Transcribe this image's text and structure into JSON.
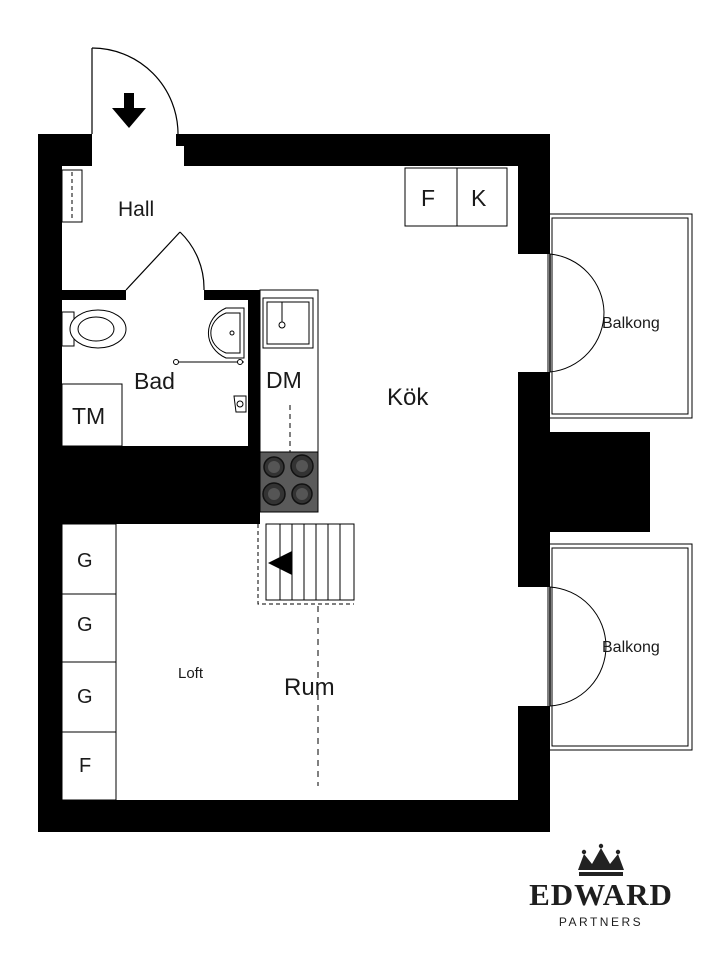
{
  "rooms": {
    "hall": "Hall",
    "bad": "Bad",
    "tm": "TM",
    "dm": "DM",
    "kok": "Kök",
    "rum": "Rum",
    "loft": "Loft",
    "balkong_top": "Balkong",
    "balkong_bottom": "Balkong"
  },
  "cabinets": {
    "f_top": "F",
    "k_top": "K",
    "closet": [
      "G",
      "G",
      "G",
      "F"
    ]
  },
  "brand": {
    "name": "EDWARD",
    "sub": "PARTNERS"
  },
  "colors": {
    "wall": "#000000",
    "stove": "#5a5a5a"
  }
}
